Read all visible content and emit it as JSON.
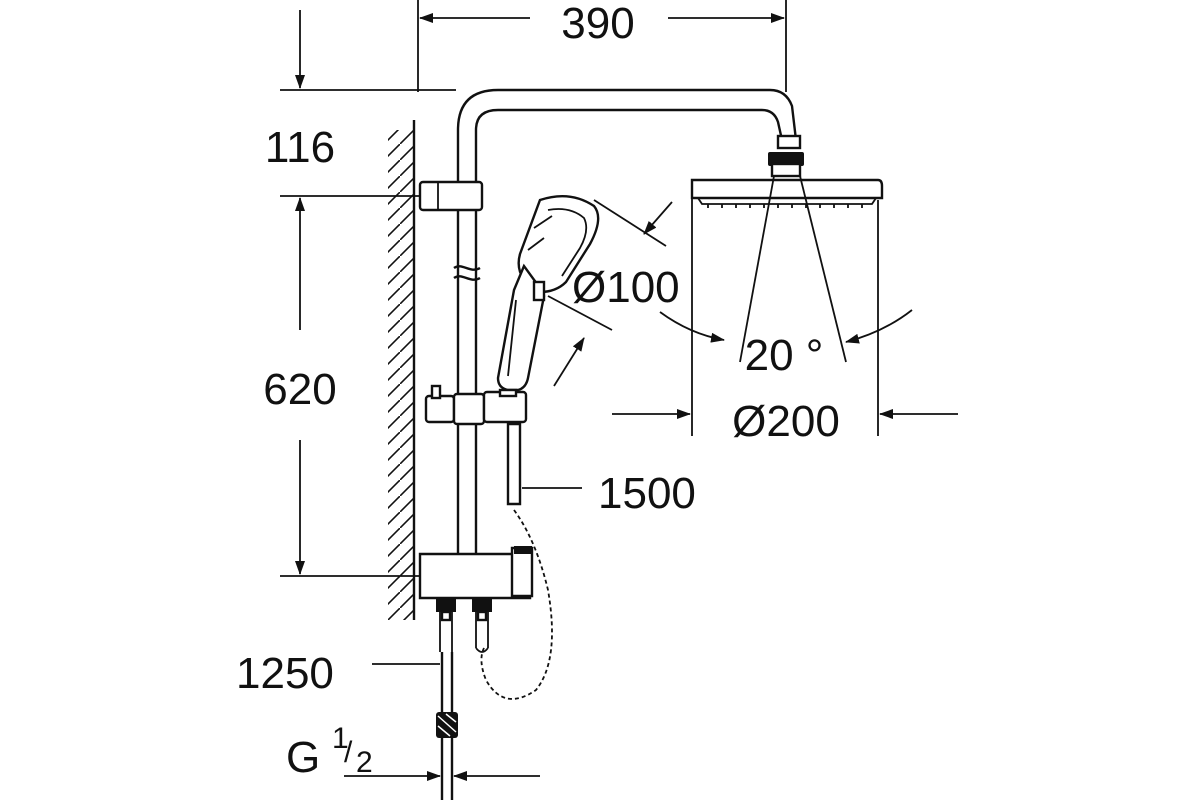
{
  "colors": {
    "line": "#111111",
    "background": "#ffffff"
  },
  "dimensions": {
    "width_top": "390",
    "arm_height": "116",
    "bar_length": "620",
    "hand_shower_diameter": "Ø100",
    "spray_angle": "20 °",
    "head_shower_diameter": "Ø200",
    "hose_length": "1500",
    "supply_hose_length": "1250",
    "connection_thread_main": "G",
    "connection_thread_num": "1",
    "connection_thread_den": "2"
  }
}
